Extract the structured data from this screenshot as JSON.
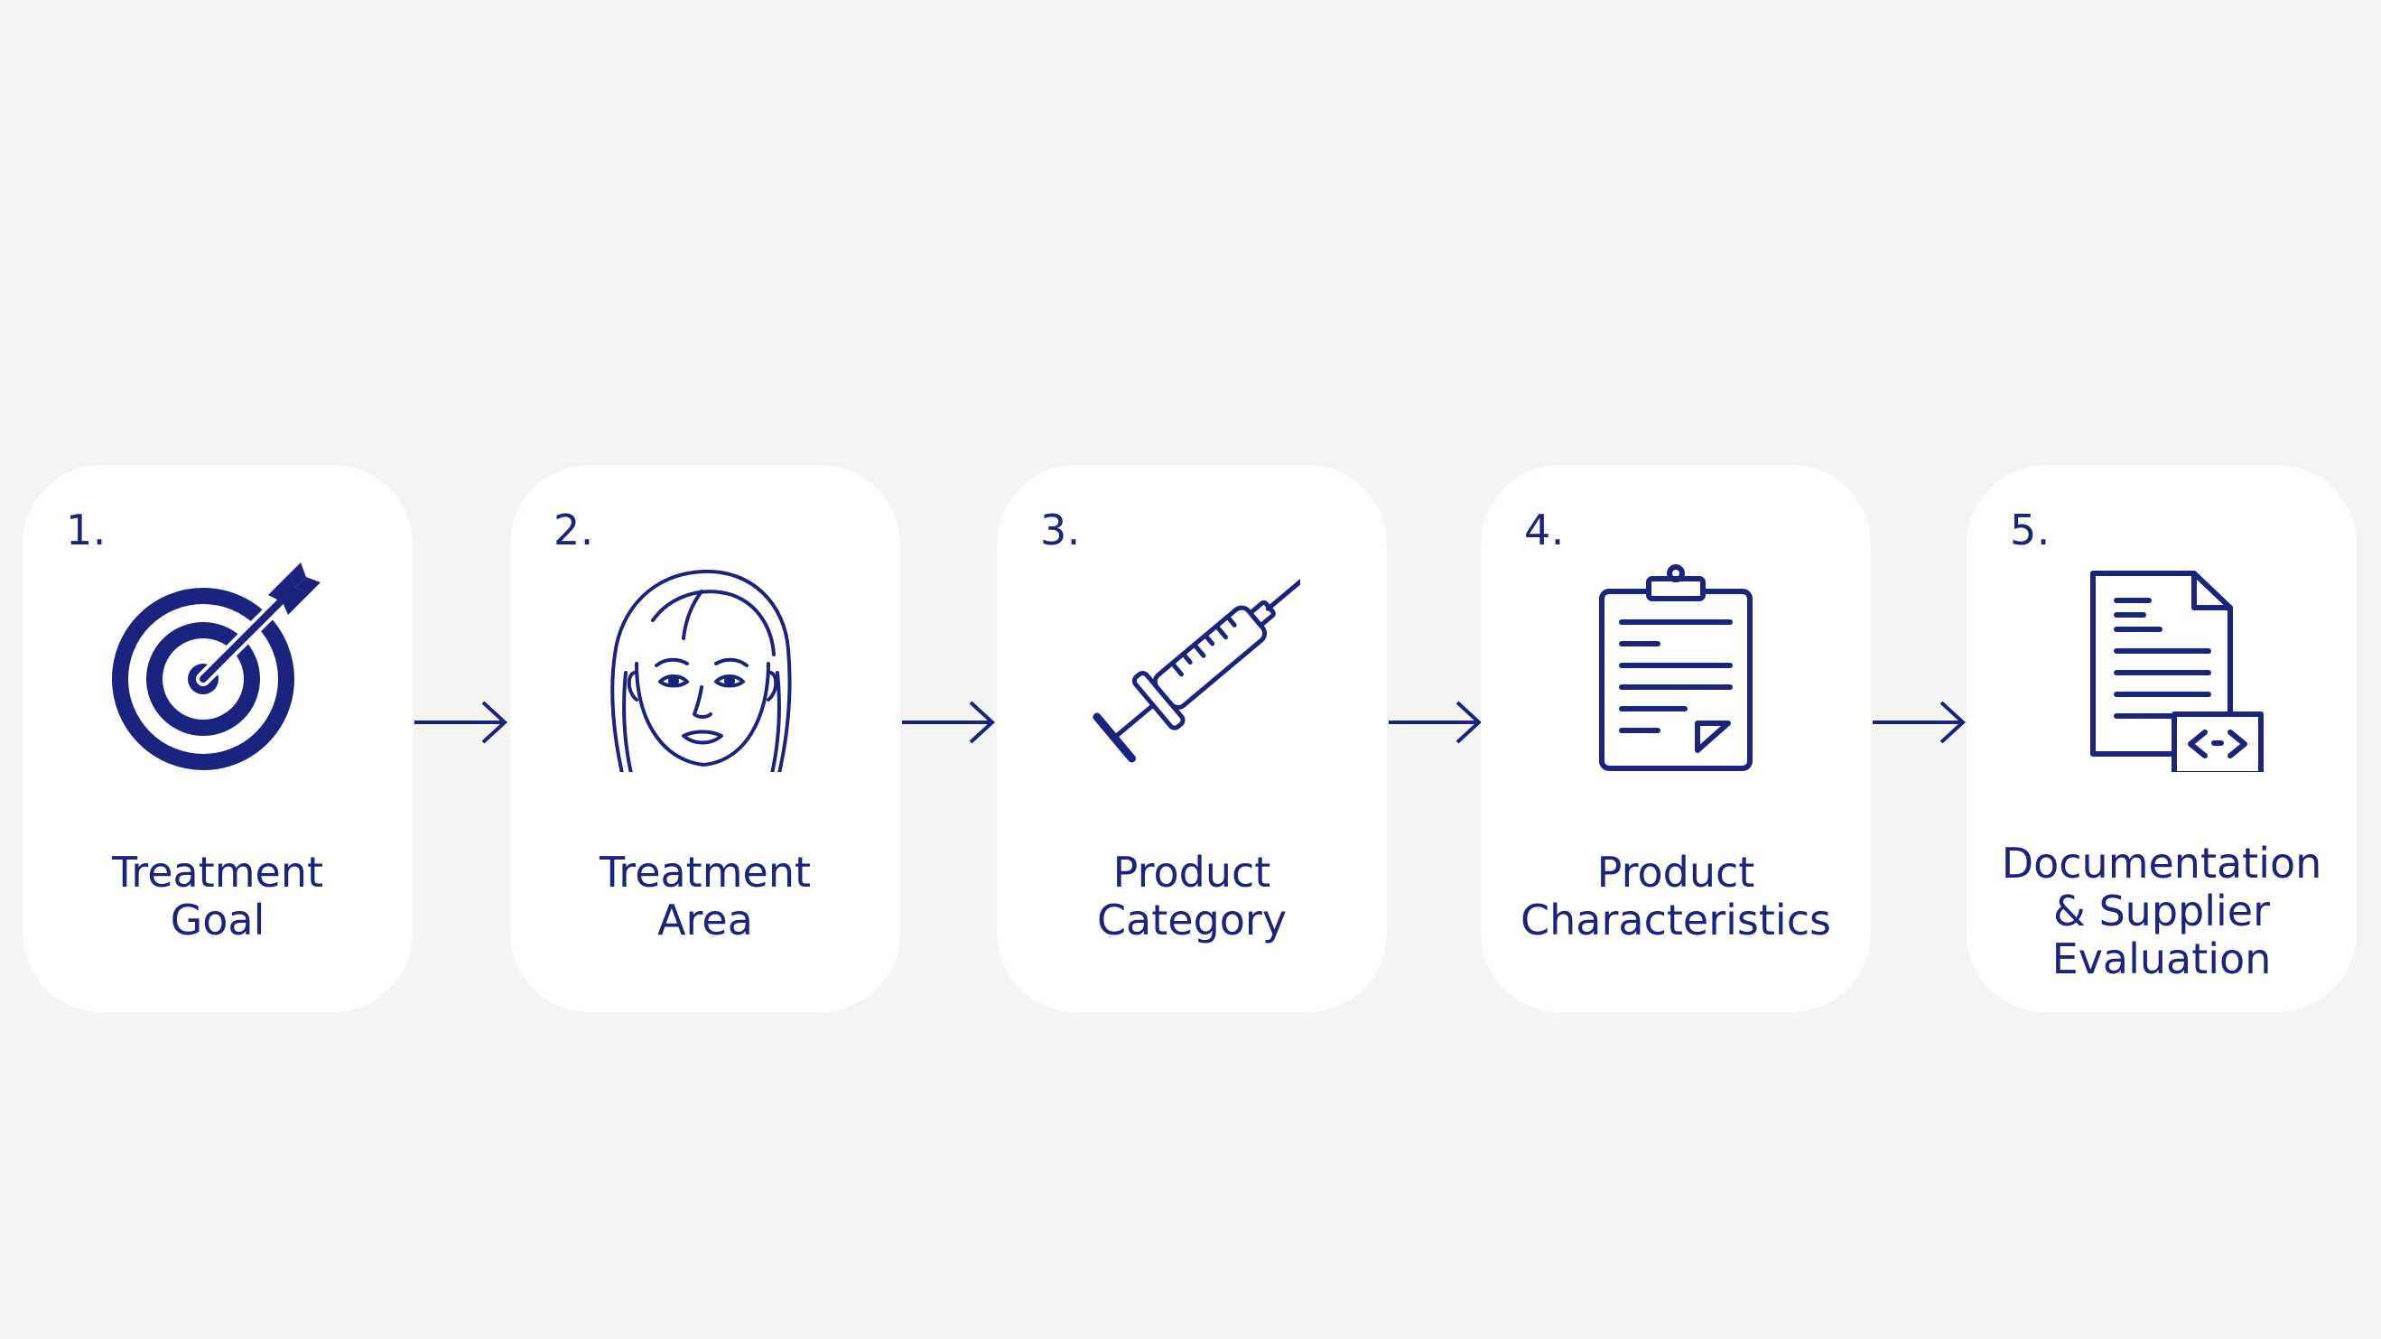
{
  "steps": [
    {
      "number": "1.",
      "icon": "target-with-arrow-icon",
      "lines": [
        "Treatment",
        "Goal"
      ]
    },
    {
      "number": "2.",
      "icon": "face-icon",
      "lines": [
        "Treatment",
        "Area"
      ]
    },
    {
      "number": "3.",
      "icon": "syringe-icon",
      "lines": [
        "Product",
        "Category"
      ]
    },
    {
      "number": "4.",
      "icon": "clipboard-icon",
      "lines": [
        "Product",
        "Characteristics"
      ]
    },
    {
      "number": "5.",
      "icon": "document-with-code-icon",
      "lines": [
        "Documentation",
        "& Supplier",
        "Evaluation"
      ]
    }
  ],
  "colors": {
    "accent": "#1a237e",
    "card": "#ffffff",
    "background": "#f4f4f2"
  }
}
